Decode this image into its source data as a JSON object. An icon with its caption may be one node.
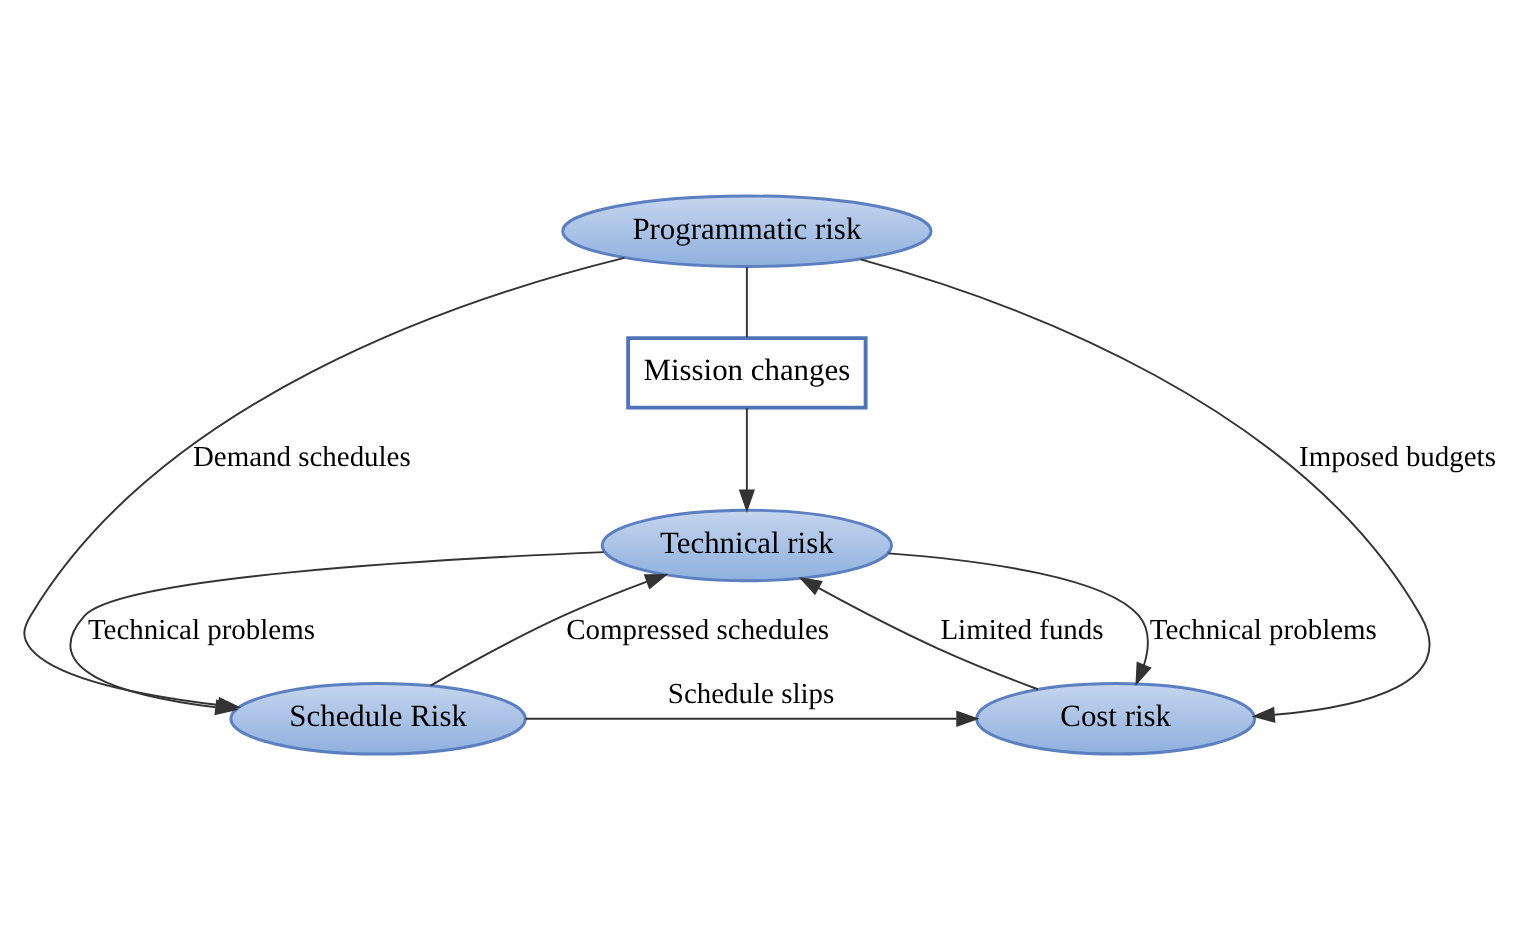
{
  "diagram": {
    "nodes": [
      {
        "text": [
          "Technical risk"
        ]
      },
      {
        "text": [
          "Mission changes"
        ]
      },
      {
        "text": [
          "Programmatic risk"
        ]
      },
      {
        "text": [
          "Cost risk"
        ]
      },
      {
        "text": [
          "Schedule Risk"
        ]
      }
    ],
    "edges": [
      {
        "from": 3,
        "to": 0,
        "arrow": "to",
        "label": "Limited funds"
      },
      {
        "from": 0,
        "to": 3,
        "arrow": "to",
        "label": "Technical problems"
      },
      {
        "from": 2,
        "to": 1,
        "arrow": "none"
      },
      {
        "from": 1,
        "to": 0,
        "arrow": "to"
      },
      {
        "from": 0,
        "to": 4,
        "arrow": "to",
        "label": "Technical problems"
      },
      {
        "from": 4,
        "to": 0,
        "arrow": "to",
        "label": "Compressed schedules"
      },
      {
        "from": 2,
        "to": 3,
        "arrow": "to",
        "label": "Imposed budgets"
      },
      {
        "from": 2,
        "to": 4,
        "arrow": "to",
        "label": "Demand schedules"
      },
      {
        "from": 4,
        "to": 3,
        "arrow": "to",
        "label": "Schedule slips"
      }
    ]
  }
}
